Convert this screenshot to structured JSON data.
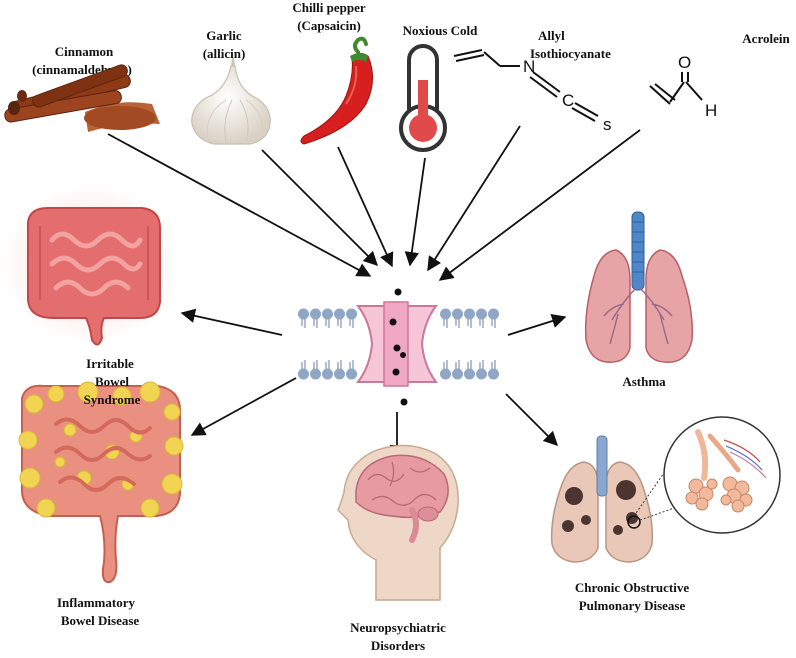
{
  "triggers": {
    "cinnamon": {
      "line1": "Cinnamon",
      "line2": "(cinnamaldehyde)"
    },
    "garlic": {
      "line1": "Garlic",
      "line2": "(allicin)"
    },
    "chilli": {
      "line1": "Chilli pepper",
      "line2": "(Capsaicin)"
    },
    "cold": {
      "line1": "Noxious Cold"
    },
    "allyl": {
      "line1": "Allyl",
      "line2": "Isothiocyanate"
    },
    "acrolein": {
      "line1": "Acrolein"
    }
  },
  "chem": {
    "allyl_n": "N",
    "allyl_c": "C",
    "allyl_s": "s",
    "acrolein_o": "O",
    "acrolein_h": "H"
  },
  "diseases": {
    "ibs": {
      "line1": "Irritable",
      "line2": "Bowel",
      "line3": "Syndrome"
    },
    "ibd": {
      "line1": "Inflammatory",
      "line2": "Bowel Disease"
    },
    "neuro": {
      "line1": "Neuropsychiatric",
      "line2": "Disorders"
    },
    "asthma": {
      "line1": "Asthma"
    },
    "copd": {
      "line1": "Chronic Obstructive",
      "line2": "Pulmonary Disease"
    }
  },
  "colors": {
    "arrow": "#111111",
    "lipid_head": "#8fa6c4",
    "lipid_tail": "#9aa9bf",
    "channel": "#f6c6d7",
    "channel_edge": "#c9799a",
    "intestine": "#e46d6d",
    "intestine_dark": "#c04848",
    "inflamed": "#f0d452",
    "lung": "#e7a4a6",
    "lung_dark": "#b85f66",
    "trachea": "#4f86c7",
    "brain": "#e79aa2",
    "skin": "#efd7c8",
    "chilli": "#d81f1f",
    "garlic": "#f1ece4",
    "cinnamon": "#8e3a17",
    "thermo_red": "#e04a4a"
  }
}
